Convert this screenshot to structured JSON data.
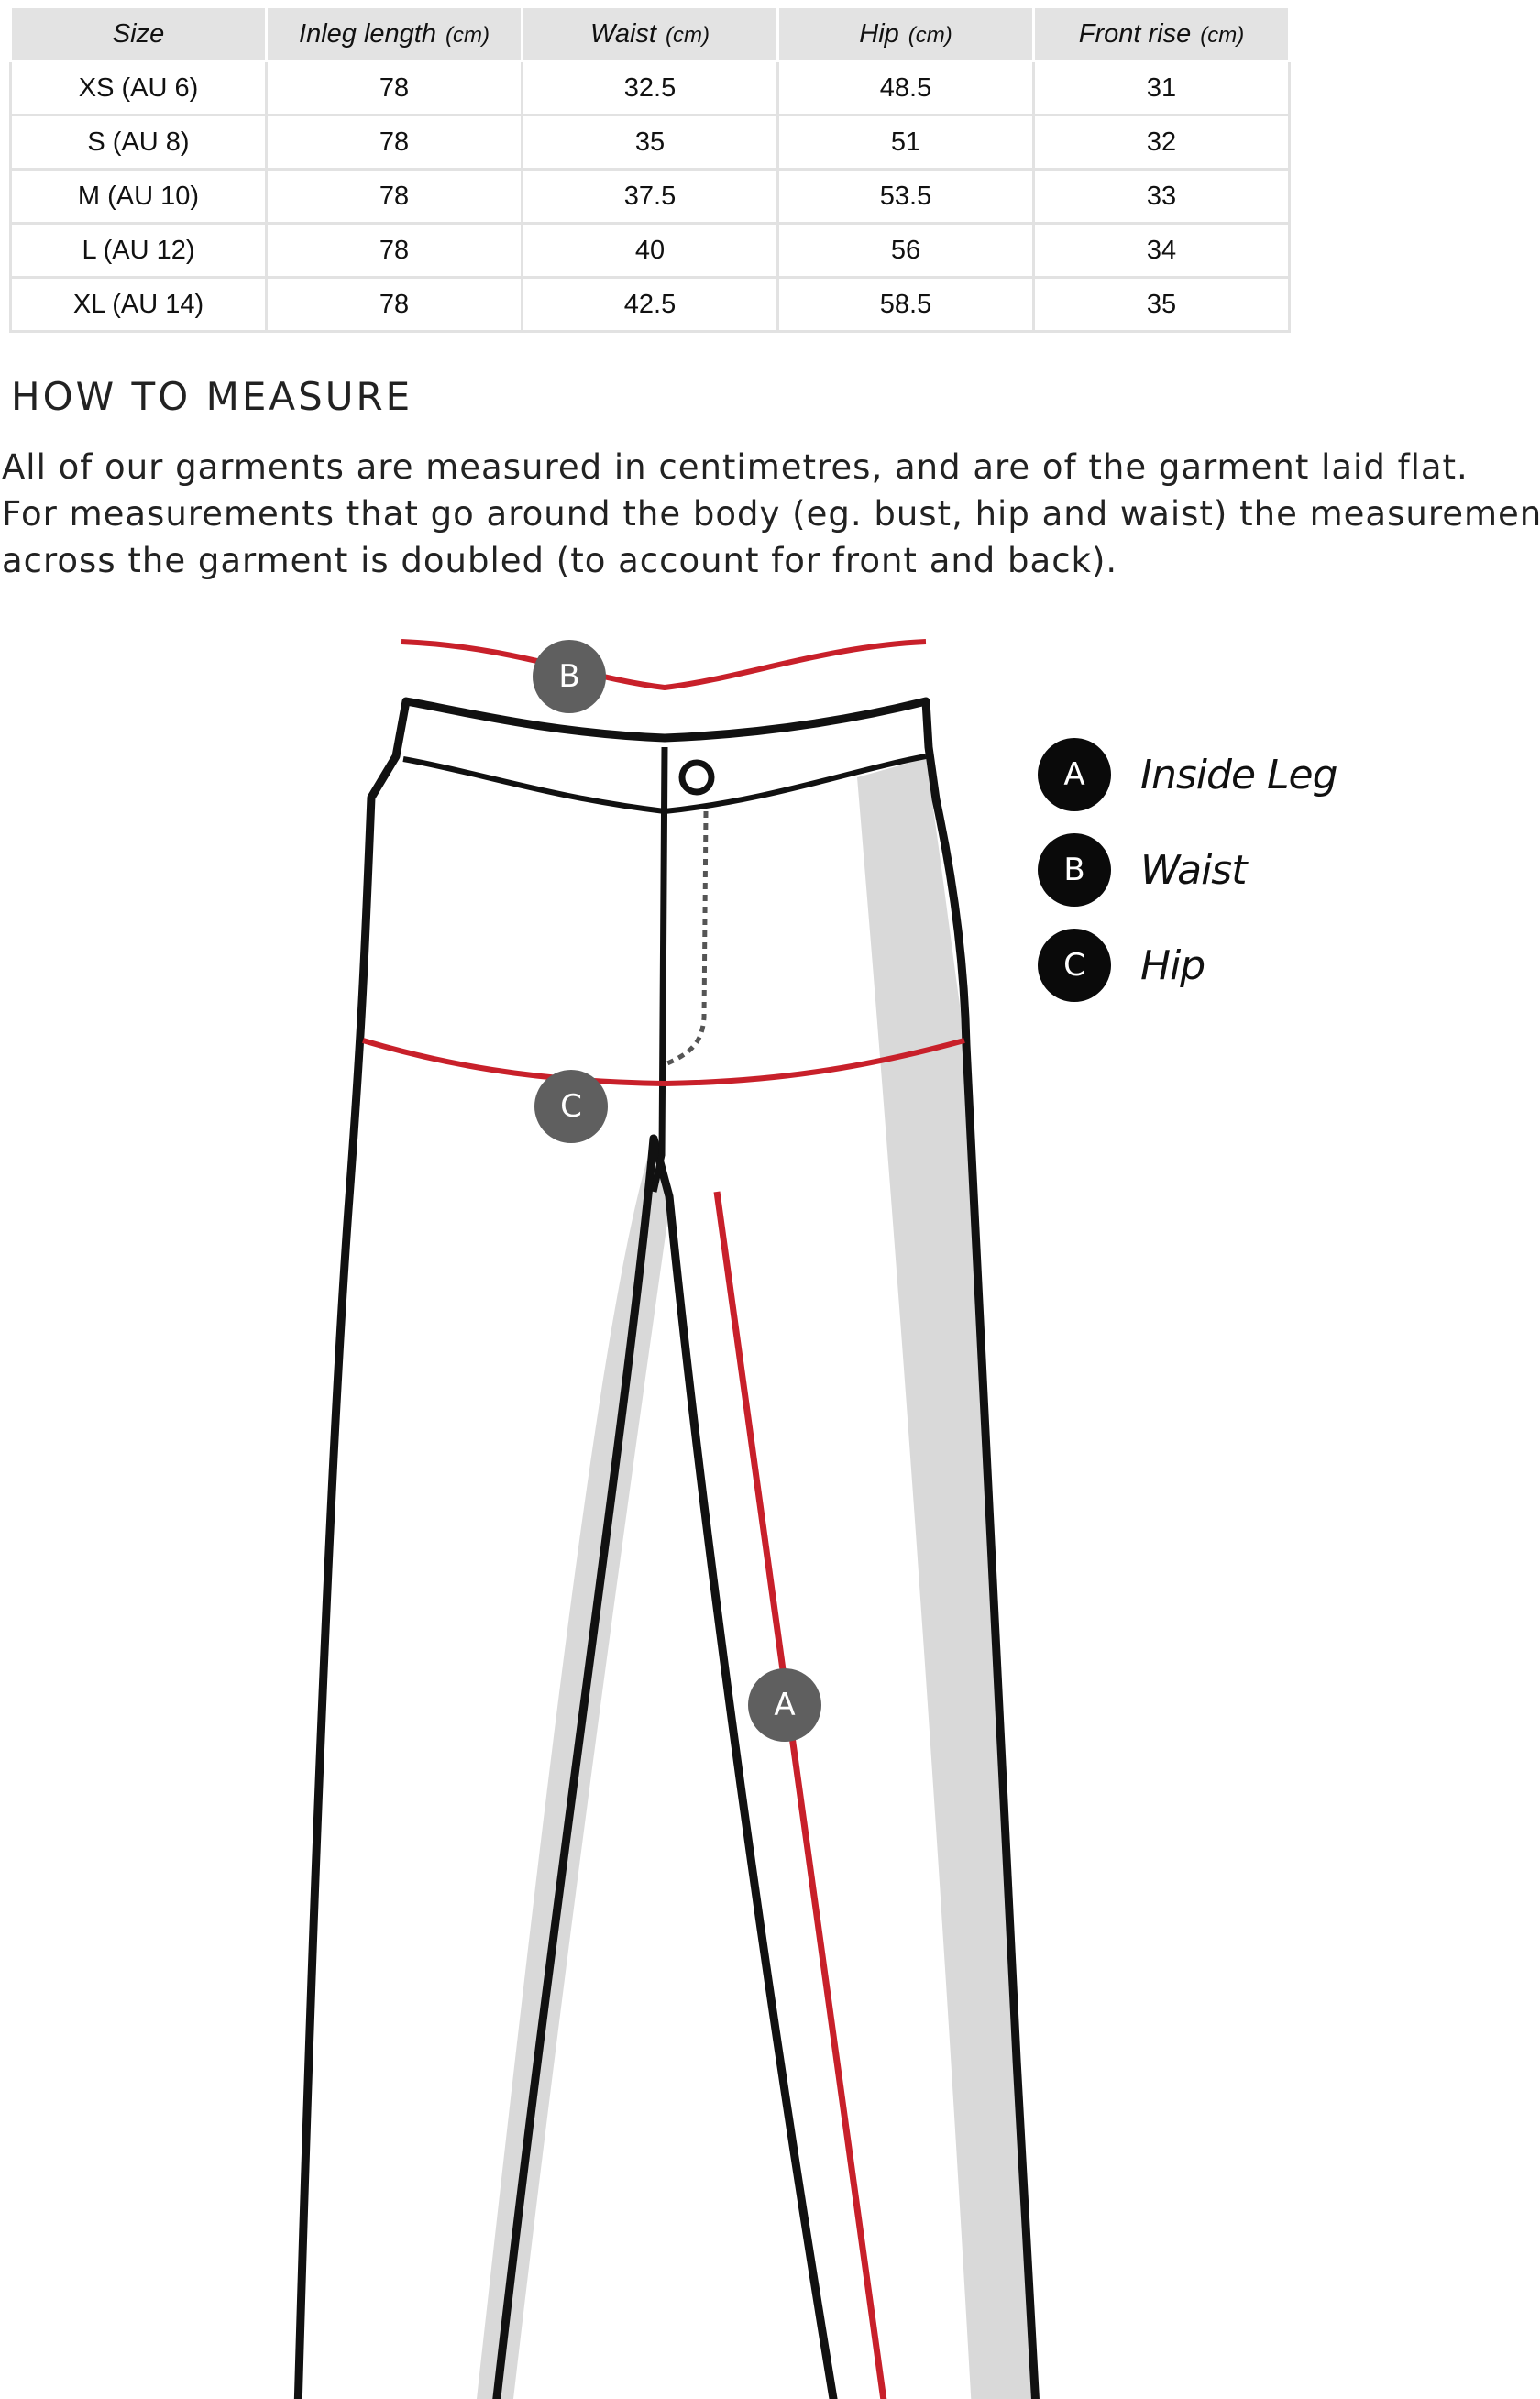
{
  "size_table": {
    "headers": [
      {
        "label": "Size",
        "unit": ""
      },
      {
        "label": "Inleg length",
        "unit": "(cm)"
      },
      {
        "label": "Waist",
        "unit": "(cm)"
      },
      {
        "label": "Hip",
        "unit": "(cm)"
      },
      {
        "label": "Front rise",
        "unit": "(cm)"
      }
    ],
    "rows": [
      [
        "XS (AU 6)",
        "78",
        "32.5",
        "48.5",
        "31"
      ],
      [
        "S (AU 8)",
        "78",
        "35",
        "51",
        "32"
      ],
      [
        "M (AU 10)",
        "78",
        "37.5",
        "53.5",
        "33"
      ],
      [
        "L (AU 12)",
        "78",
        "40",
        "56",
        "34"
      ],
      [
        "XL (AU 14)",
        "78",
        "42.5",
        "58.5",
        "35"
      ]
    ]
  },
  "how_to_measure": {
    "heading": "HOW TO MEASURE",
    "lines": [
      "All of our garments are measured in centimetres, and are of the garment laid flat.",
      "For measurements that go around the body (eg. bust, hip and waist) the measurement",
      "across the garment is doubled (to account for front and back)."
    ]
  },
  "diagram": {
    "markers": {
      "waist": "B",
      "hip": "C",
      "inside_leg": "A"
    },
    "colors": {
      "outline": "#111111",
      "measure_line": "#c8202a",
      "shading": "#d9d9d9",
      "marker_fill": "#5f5f5f",
      "legend_badge": "#0a0a0a"
    }
  },
  "legend": [
    {
      "letter": "A",
      "label": "Inside Leg"
    },
    {
      "letter": "B",
      "label": "Waist"
    },
    {
      "letter": "C",
      "label": "Hip"
    }
  ]
}
